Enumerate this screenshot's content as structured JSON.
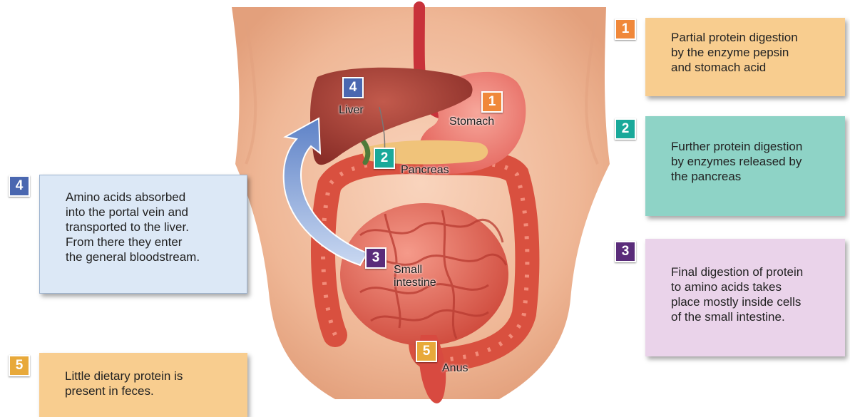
{
  "organ_labels": {
    "liver": "Liver",
    "stomach": "Stomach",
    "pancreas": "Pancreas",
    "small_intestine_1": "Small",
    "small_intestine_2": "intestine",
    "anus": "Anus"
  },
  "steps": [
    {
      "number": "1",
      "color": "#f0883a",
      "box_color": "#f8cd8f",
      "lines": [
        "Partial protein digestion",
        "by the enzyme pepsin",
        "and stomach acid"
      ]
    },
    {
      "number": "2",
      "color": "#1aa99a",
      "box_color": "#8ed3c6",
      "lines": [
        "Further protein digestion",
        "by enzymes released by",
        "the pancreas"
      ]
    },
    {
      "number": "3",
      "color": "#5a2c7a",
      "box_color": "#ead3ea",
      "lines": [
        "Final digestion of protein",
        "to amino acids takes",
        "place mostly inside cells",
        "of the small intestine."
      ]
    },
    {
      "number": "4",
      "color": "#4a67b0",
      "box_color": "#dce8f6",
      "lines": [
        "Amino acids absorbed",
        "into the portal vein and",
        "transported to the liver.",
        "From there they enter",
        "the general bloodstream."
      ]
    },
    {
      "number": "5",
      "color": "#e8a93a",
      "box_color": "#f8cd8f",
      "lines": [
        "Little dietary protein is",
        "present in feces."
      ]
    }
  ]
}
